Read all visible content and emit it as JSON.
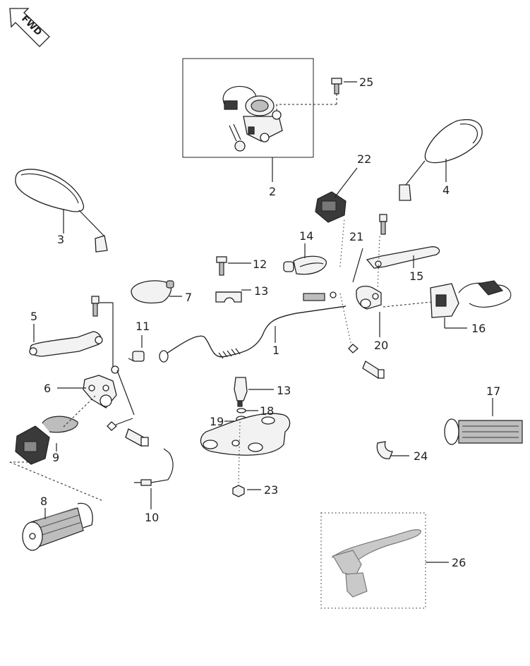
{
  "fwd_label": "FWD",
  "callouts": [
    {
      "id": "1",
      "text": "1"
    },
    {
      "id": "2",
      "text": "2"
    },
    {
      "id": "3",
      "text": "3"
    },
    {
      "id": "4",
      "text": "4"
    },
    {
      "id": "5",
      "text": "5"
    },
    {
      "id": "6",
      "text": "6"
    },
    {
      "id": "7",
      "text": "7"
    },
    {
      "id": "8",
      "text": "8"
    },
    {
      "id": "9",
      "text": "9"
    },
    {
      "id": "10",
      "text": "10"
    },
    {
      "id": "11",
      "text": "11"
    },
    {
      "id": "12",
      "text": "12"
    },
    {
      "id": "13a",
      "text": "13"
    },
    {
      "id": "13b",
      "text": "13"
    },
    {
      "id": "14",
      "text": "14"
    },
    {
      "id": "15",
      "text": "15"
    },
    {
      "id": "16",
      "text": "16"
    },
    {
      "id": "17",
      "text": "17"
    },
    {
      "id": "18",
      "text": "18"
    },
    {
      "id": "19",
      "text": "19"
    },
    {
      "id": "20",
      "text": "20"
    },
    {
      "id": "21",
      "text": "21"
    },
    {
      "id": "22",
      "text": "22"
    },
    {
      "id": "23",
      "text": "23"
    },
    {
      "id": "24",
      "text": "24"
    },
    {
      "id": "25",
      "text": "25"
    },
    {
      "id": "26",
      "text": "26"
    }
  ]
}
